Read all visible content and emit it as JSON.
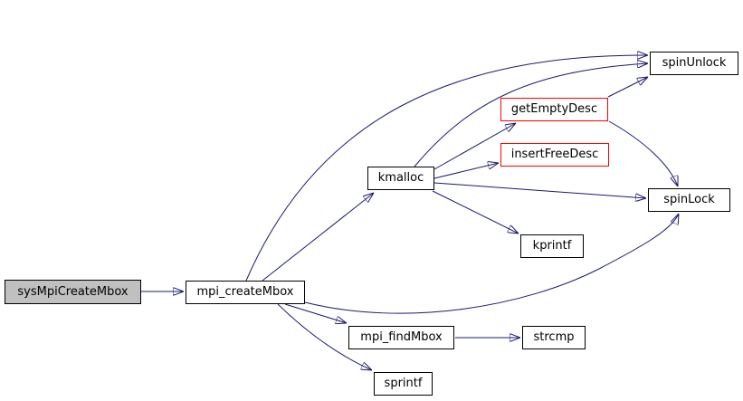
{
  "diagram": {
    "type": "call-graph",
    "colors": {
      "edge": "#191970",
      "node_border": "#000000",
      "truncated_node_border": "#ff0000",
      "current_node_fill": "#c0c0c0",
      "node_fill": "#ffffff",
      "text": "#000000"
    },
    "nodes": [
      {
        "id": "sysMpiCreateMbox",
        "label": "sysMpiCreateMbox",
        "role": "current"
      },
      {
        "id": "mpi_createMbox",
        "label": "mpi_createMbox",
        "role": "normal"
      },
      {
        "id": "kmalloc",
        "label": "kmalloc",
        "role": "normal"
      },
      {
        "id": "getEmptyDesc",
        "label": "getEmptyDesc",
        "role": "truncated"
      },
      {
        "id": "insertFreeDesc",
        "label": "insertFreeDesc",
        "role": "truncated"
      },
      {
        "id": "spinUnlock",
        "label": "spinUnlock",
        "role": "normal"
      },
      {
        "id": "spinLock",
        "label": "spinLock",
        "role": "normal"
      },
      {
        "id": "kprintf",
        "label": "kprintf",
        "role": "normal"
      },
      {
        "id": "mpi_findMbox",
        "label": "mpi_findMbox",
        "role": "normal"
      },
      {
        "id": "strcmp",
        "label": "strcmp",
        "role": "normal"
      },
      {
        "id": "sprintf",
        "label": "sprintf",
        "role": "normal"
      }
    ],
    "edges": [
      {
        "from": "sysMpiCreateMbox",
        "to": "mpi_createMbox"
      },
      {
        "from": "mpi_createMbox",
        "to": "kmalloc"
      },
      {
        "from": "mpi_createMbox",
        "to": "spinUnlock"
      },
      {
        "from": "mpi_createMbox",
        "to": "spinLock"
      },
      {
        "from": "mpi_createMbox",
        "to": "mpi_findMbox"
      },
      {
        "from": "mpi_createMbox",
        "to": "sprintf"
      },
      {
        "from": "kmalloc",
        "to": "getEmptyDesc"
      },
      {
        "from": "kmalloc",
        "to": "insertFreeDesc"
      },
      {
        "from": "kmalloc",
        "to": "spinLock"
      },
      {
        "from": "kmalloc",
        "to": "spinUnlock"
      },
      {
        "from": "kmalloc",
        "to": "kprintf"
      },
      {
        "from": "getEmptyDesc",
        "to": "spinUnlock"
      },
      {
        "from": "getEmptyDesc",
        "to": "spinLock"
      },
      {
        "from": "mpi_findMbox",
        "to": "strcmp"
      }
    ]
  }
}
